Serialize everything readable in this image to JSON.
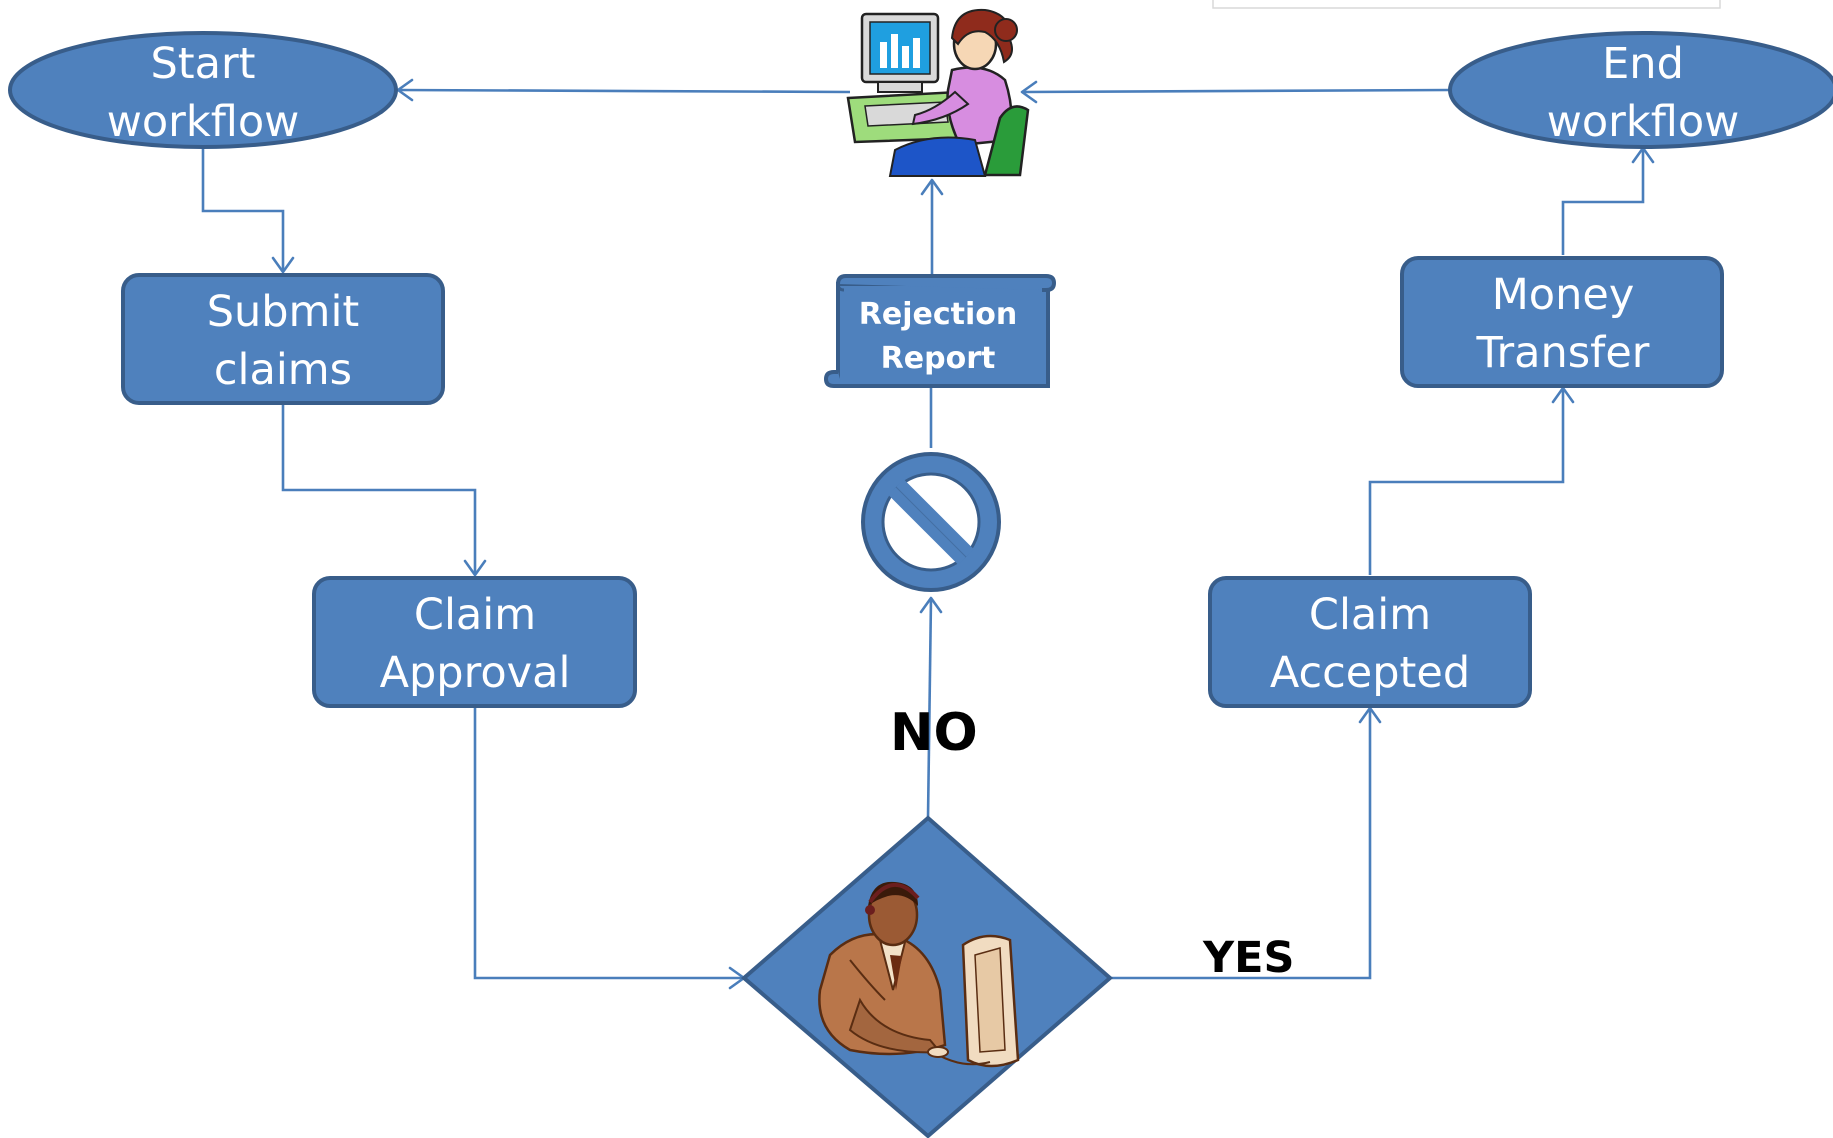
{
  "nodes": {
    "start": {
      "line1": "Start",
      "line2": "workflow"
    },
    "end": {
      "line1": "End",
      "line2": "workflow"
    },
    "submit": {
      "line1": "Submit",
      "line2": "claims"
    },
    "approval": {
      "line1": "Claim",
      "line2": "Approval"
    },
    "accepted": {
      "line1": "Claim",
      "line2": "Accepted"
    },
    "money": {
      "line1": "Money",
      "line2": "Transfer"
    },
    "report": {
      "line1": "Rejection",
      "line2": "Report"
    }
  },
  "labels": {
    "no": "NO",
    "yes": "YES"
  },
  "icons": {
    "top_person": "person-at-computer-icon",
    "decision_person": "reviewer-at-computer-icon",
    "rejection": "prohibited-icon"
  },
  "colors": {
    "shape_fill": "#4f81bd",
    "shape_border": "#385d8a",
    "connector": "#4a7ebb",
    "text": "#ffffff",
    "label": "#000000"
  }
}
